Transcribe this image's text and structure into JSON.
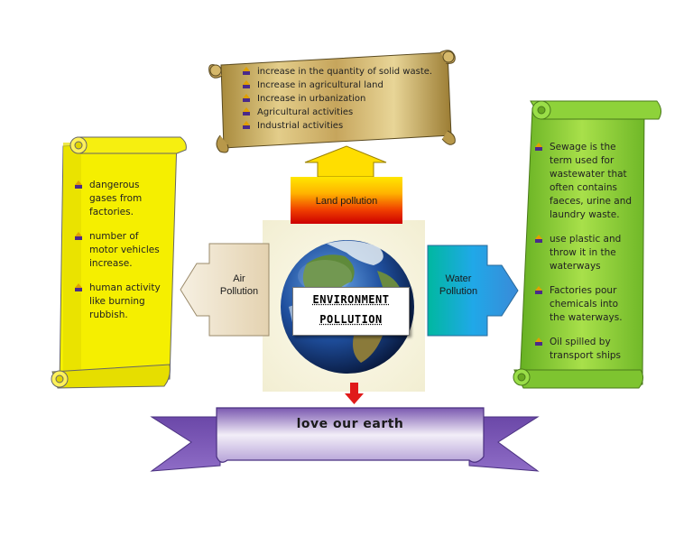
{
  "center": {
    "title_line1": "ENVIRONMENT",
    "title_line2": "POLLUTION"
  },
  "land": {
    "label": "Land pollution",
    "items": [
      "increase in the quantity of solid waste.",
      "Increase in agricultural land",
      "Increase in urbanization",
      "Agricultural activities",
      "Industrial activities"
    ]
  },
  "air": {
    "label_line1": "Air",
    "label_line2": "Pollution",
    "items": [
      "dangerous gases from factories.",
      "number of motor vehicles increase.",
      "human activity like burning rubbish."
    ]
  },
  "water": {
    "label_line1": "Water",
    "label_line2": "Pollution",
    "items": [
      "Sewage is the term used for wastewater that often contains faeces, urine and laundry waste.",
      " use plastic and throw it in the waterways",
      "Factories pour chemicals into the waterways.",
      "Oil spilled by transport ships"
    ]
  },
  "banner": {
    "text": "love our earth"
  },
  "colors": {
    "land_scroll": "#c9a960",
    "air_scroll": "#f7f000",
    "water_scroll": "#88cc33",
    "banner": "#8060b0"
  }
}
